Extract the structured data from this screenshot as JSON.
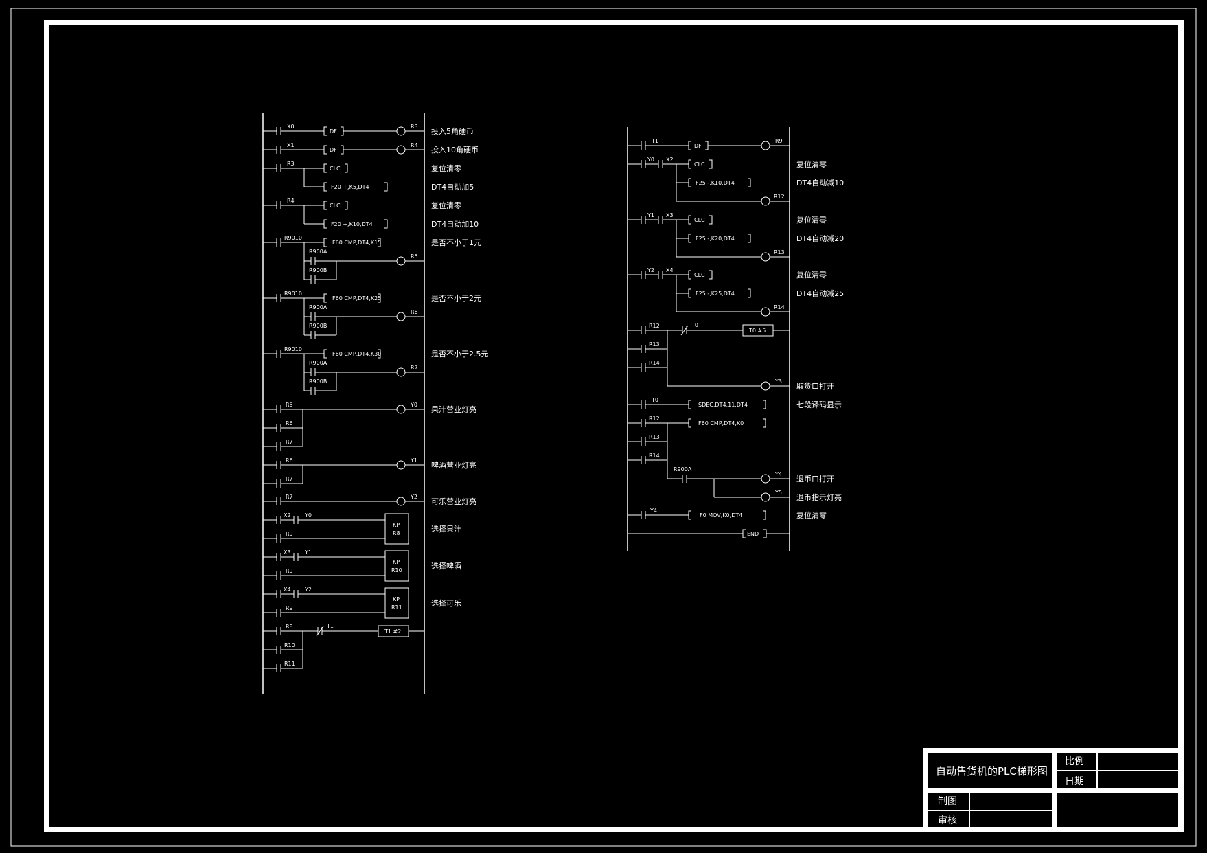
{
  "title_block": {
    "drawing_title": "自动售货机的PLC梯形图",
    "scale_label": "比例",
    "date_label": "日期",
    "drawn_label": "制图",
    "review_label": "审核"
  },
  "left_ladder": [
    {
      "contacts": [
        "X0"
      ],
      "instr": "DF",
      "coil": "R3",
      "comment": "投入5角硬币"
    },
    {
      "contacts": [
        "X1"
      ],
      "instr": "DF",
      "coil": "R4",
      "comment": "投入10角硬币"
    },
    {
      "contacts": [
        "R3"
      ],
      "instr": "CLC",
      "comment": "复位清零"
    },
    {
      "instr": "F20 +,K5,DT4",
      "comment": "DT4自动加5"
    },
    {
      "contacts": [
        "R4"
      ],
      "instr": "CLC",
      "comment": "复位清零"
    },
    {
      "instr": "F20 +,K10,DT4",
      "comment": "DT4自动加10"
    },
    {
      "contacts": [
        "R9010"
      ],
      "instr": "F60 CMP,DT4,K15",
      "comment": "是否不小于1元"
    },
    {
      "contacts": [
        "R900A",
        "R900B"
      ],
      "coil": "R5"
    },
    {
      "contacts": [
        "R9010"
      ],
      "instr": "F60 CMP,DT4,K25",
      "comment": "是否不小于2元"
    },
    {
      "contacts": [
        "R900A",
        "R900B"
      ],
      "coil": "R6"
    },
    {
      "contacts": [
        "R9010"
      ],
      "instr": "F60 CMP,DT4,K30",
      "comment": "是否不小于2.5元"
    },
    {
      "contacts": [
        "R900A",
        "R900B"
      ],
      "coil": "R7"
    },
    {
      "contacts": [
        "R5",
        "R6",
        "R7"
      ],
      "coil": "Y0",
      "comment": "果汁营业灯亮"
    },
    {
      "contacts": [
        "R6",
        "R7"
      ],
      "coil": "Y1",
      "comment": "啤酒营业灯亮"
    },
    {
      "contacts": [
        "R7"
      ],
      "coil": "Y2",
      "comment": "可乐营业灯亮"
    },
    {
      "contacts": [
        "X2",
        "Y0",
        "R9"
      ],
      "box": [
        "KP",
        "R8"
      ],
      "comment": "选择果汁"
    },
    {
      "contacts": [
        "X3",
        "Y1",
        "R9"
      ],
      "box": [
        "KP",
        "R10"
      ],
      "comment": "选择啤酒"
    },
    {
      "contacts": [
        "X4",
        "Y2",
        "R9"
      ],
      "box": [
        "KP",
        "R11"
      ],
      "comment": "选择可乐"
    },
    {
      "contacts": [
        "R8",
        "T1",
        "R10",
        "R11"
      ],
      "instr": "T1 #2"
    }
  ],
  "right_ladder": [
    {
      "contacts": [
        "T1"
      ],
      "instr": "DF",
      "coil": "R9"
    },
    {
      "contacts": [
        "Y0",
        "X2"
      ],
      "instr": "CLC",
      "comment": "复位清零"
    },
    {
      "instr": "F25 -,K10,DT4",
      "comment": "DT4自动减10"
    },
    {
      "coil": "R12"
    },
    {
      "contacts": [
        "Y1",
        "X3"
      ],
      "instr": "CLC",
      "comment": "复位清零"
    },
    {
      "instr": "F25 -,K20,DT4",
      "comment": "DT4自动减20"
    },
    {
      "coil": "R13"
    },
    {
      "contacts": [
        "Y2",
        "X4"
      ],
      "instr": "CLC",
      "comment": "复位清零"
    },
    {
      "instr": "F25 -,K25,DT4",
      "comment": "DT4自动减25"
    },
    {
      "coil": "R14"
    },
    {
      "contacts": [
        "R12",
        "T0",
        "R13",
        "R14"
      ],
      "instr": "T0 #5"
    },
    {
      "coil": "Y3",
      "comment": "取货口打开"
    },
    {
      "contacts": [
        "T0"
      ],
      "instr": "SDEC,DT4,11,DT4",
      "comment": "七段译码显示"
    },
    {
      "contacts": [
        "R12",
        "R13",
        "R14"
      ],
      "instr": "F60 CMP,DT4,K0"
    },
    {
      "contacts": [
        "R900A"
      ],
      "coil": "Y4",
      "comment": "退币口打开"
    },
    {
      "coil": "Y5",
      "comment": "退币指示灯亮"
    },
    {
      "contacts": [
        "Y4"
      ],
      "instr": "F0 MOV,K0,DT4",
      "comment": "复位清零"
    },
    {
      "instr": "END"
    }
  ],
  "colors": {
    "background": "#000000",
    "line": "#ffffff"
  }
}
